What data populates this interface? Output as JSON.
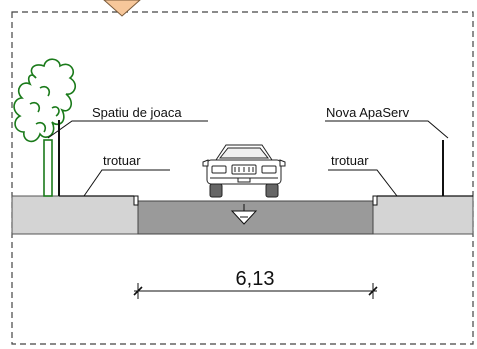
{
  "labels": {
    "left_zone": "Spatiu de joaca",
    "right_zone": "Nova ApaServ",
    "left_sidewalk": "trotuar",
    "right_sidewalk": "trotuar"
  },
  "dimension": {
    "road_width": "6,13"
  },
  "colors": {
    "frame_dash": "#444444",
    "sidewalk_fill": "#d4d4d4",
    "road_fill": "#9a9a9a",
    "line": "#111111",
    "tree_stroke": "#1a7a1a",
    "orange_marker": "#f7c79a"
  }
}
